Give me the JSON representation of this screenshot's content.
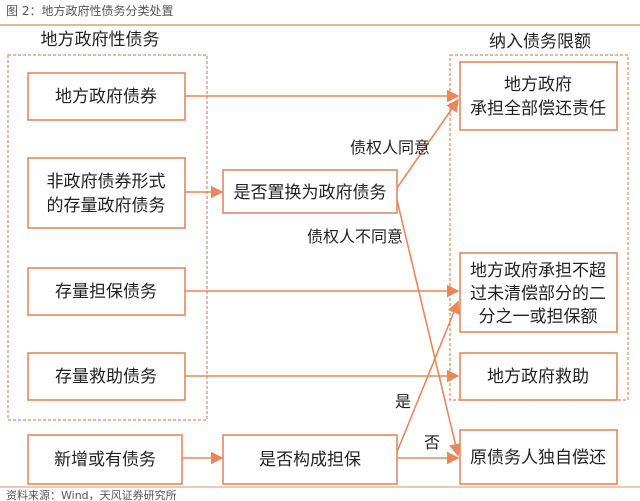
{
  "title": "图 2：地方政府性债务分类处置",
  "source": "资料来源：Wind，天风证券研究所",
  "colors": {
    "accent": "#e2895f",
    "text": "#222222",
    "caption": "#555555"
  },
  "left_group": {
    "heading": "地方政府性债务",
    "items": [
      "地方政府债券",
      "非政府债券形式",
      "的存量政府债务",
      "存量担保债务",
      "存量救助债务"
    ]
  },
  "new_debt": "新增或有债务",
  "decisions": {
    "replace": "是否置换为政府债务",
    "guarantee": "是否构成担保"
  },
  "right_group": {
    "heading": "纳入债务限额",
    "full": [
      "地方政府",
      "承担全部偿还责任"
    ],
    "partial": [
      "地方政府承担不超",
      "过未清偿部分的二",
      "分之一或担保额"
    ],
    "rescue": "地方政府救助"
  },
  "original_debtor": "原债务人独自偿还",
  "edge_labels": {
    "agree": "债权人同意",
    "disagree": "债权人不同意",
    "yes": "是",
    "no": "否"
  }
}
